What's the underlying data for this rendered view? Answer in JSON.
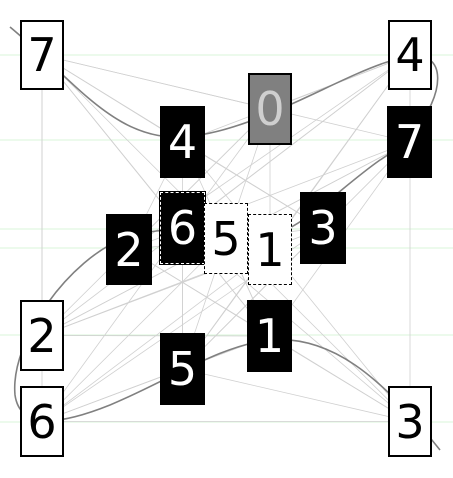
{
  "board": {
    "tiles": [
      {
        "label": "7",
        "style": "white"
      },
      {
        "label": "4",
        "style": "white"
      },
      {
        "label": "0",
        "style": "gray"
      },
      {
        "label": "4",
        "style": "black"
      },
      {
        "label": "7",
        "style": "black"
      },
      {
        "label": "6",
        "style": "black-dashed"
      },
      {
        "label": "5",
        "style": "dashed"
      },
      {
        "label": "1",
        "style": "dashed"
      },
      {
        "label": "3",
        "style": "black"
      },
      {
        "label": "2",
        "style": "black"
      },
      {
        "label": "2",
        "style": "white"
      },
      {
        "label": "1",
        "style": "black"
      },
      {
        "label": "5",
        "style": "black"
      },
      {
        "label": "6",
        "style": "white"
      },
      {
        "label": "3",
        "style": "white"
      }
    ],
    "colors": {
      "guide_lines": "#d9f5d9",
      "connection_lines": "#d0d0d0",
      "curve": "#808080"
    }
  }
}
